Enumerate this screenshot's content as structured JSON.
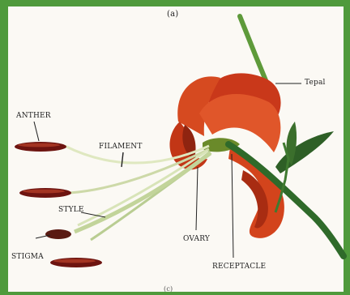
{
  "figure": {
    "title": "(a)",
    "bottom_mark": "(c)"
  },
  "labels": {
    "anther": "ANTHER",
    "filament": "FILAMENT",
    "style": "STYLE",
    "stigma": "STIGMA",
    "ovary": "OVARY",
    "receptacle": "RECEPTACLE",
    "tepal": "Tepal"
  },
  "colors": {
    "frame_green": "#4f9a3c",
    "petal_orange": "#d9461c",
    "petal_dark": "#9e2a10",
    "stem_green": "#2f6a2a",
    "anther_maroon": "#6d1410",
    "filament_pale": "#dfe8c0"
  }
}
